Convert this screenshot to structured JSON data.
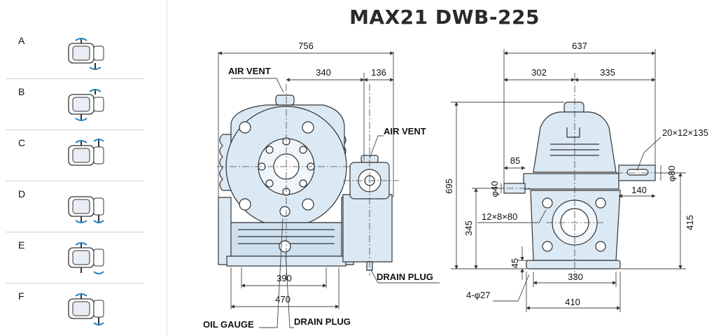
{
  "title": "MAX21 DWB-225",
  "mounting_positions": [
    {
      "label": "A"
    },
    {
      "label": "B"
    },
    {
      "label": "C"
    },
    {
      "label": "D"
    },
    {
      "label": "E"
    },
    {
      "label": "F"
    }
  ],
  "front_view": {
    "overall_width": "756",
    "dim_340": "340",
    "dim_136": "136",
    "dim_390": "390",
    "dim_470": "470",
    "labels": {
      "air_vent_top": "AIR VENT",
      "air_vent_side": "AIR VENT",
      "drain_plug_right": "DRAIN PLUG",
      "oil_gauge": "OIL GAUGE",
      "drain_plug_bottom": "DRAIN PLUG"
    }
  },
  "side_view": {
    "overall_width": "637",
    "dim_302": "302",
    "dim_335": "335",
    "dim_85": "85",
    "shaft_in_dia": "φ40",
    "keyway_in": "12×8×80",
    "keyway_out": "20×12×135",
    "shaft_out_dia": "φ80",
    "dim_140": "140",
    "height_total": "695",
    "height_345": "345",
    "height_415": "415",
    "height_45": "45",
    "dim_330": "330",
    "dim_410": "410",
    "bolt_holes": "4-φ27"
  },
  "colors": {
    "body_fill": "#dbe9f4",
    "line": "#333333",
    "dim_line": "#444444",
    "arrow_blue": "#1e7fc0"
  }
}
